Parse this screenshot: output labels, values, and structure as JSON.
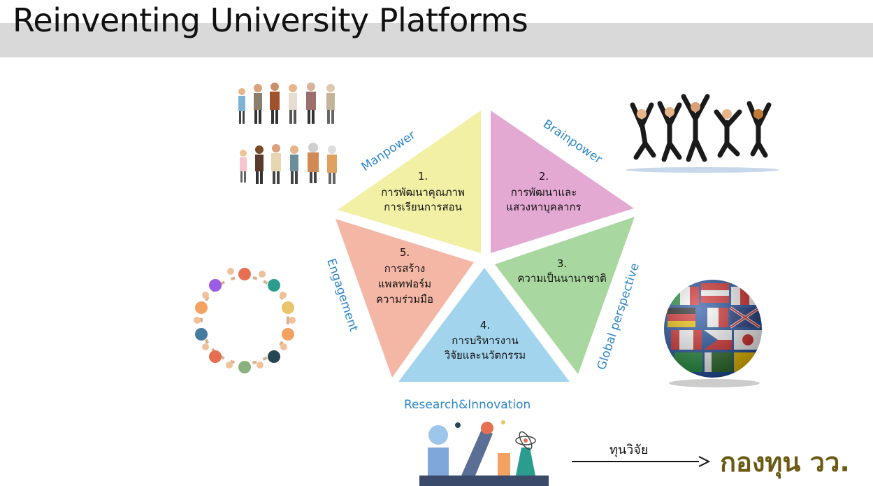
{
  "slide": {
    "title": "Reinventing University Platforms"
  },
  "pentagon": {
    "segments": [
      {
        "number": "1.",
        "lines": [
          "การพัฒนาคุณภาพ",
          "การเรียนการสอน"
        ],
        "color": "#f2f0a4"
      },
      {
        "number": "2.",
        "lines": [
          "การพัฒนาและ",
          "แสวงหาบุคลากร"
        ],
        "color": "#e3a9d3"
      },
      {
        "number": "3.",
        "lines": [
          "ความเป็นนานาชาติ"
        ],
        "color": "#a9d7a0"
      },
      {
        "number": "4.",
        "lines": [
          "การบริหารงาน",
          "วิจัยและนวัตกรรม"
        ],
        "color": "#a3d4ee"
      },
      {
        "number": "5.",
        "lines": [
          "การสร้าง",
          "แพลทฟอร์ม",
          "ความร่วมมือ"
        ],
        "color": "#f4b7a6"
      }
    ],
    "edge_labels": {
      "manpower": "Manpower",
      "brainpower": "Brainpower",
      "global": "Global perspective",
      "research": "Research&Innovation",
      "engagement": "Engagement"
    },
    "label_color": "#2e86c9"
  },
  "funding": {
    "arrow_label": "ทุนวิจัย",
    "target": "กองทุน วว."
  },
  "icons": [
    "manpower-people-illustration",
    "brainpower-jumping-people-illustration",
    "engagement-circle-of-people-illustration",
    "global-flag-globe-illustration",
    "research-lab-equipment-illustration"
  ]
}
